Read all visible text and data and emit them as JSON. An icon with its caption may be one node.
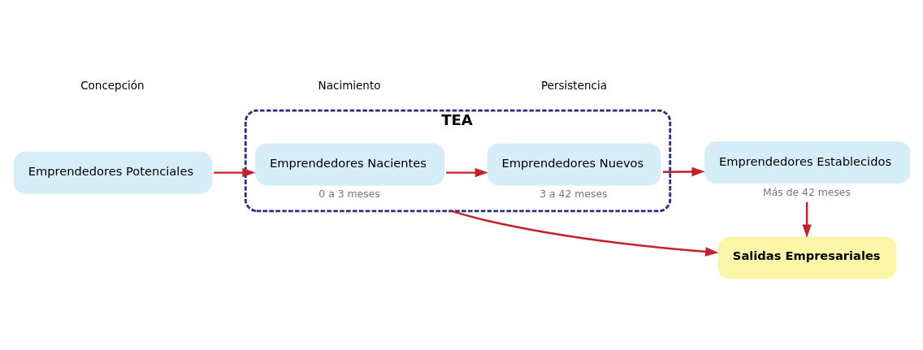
{
  "diagram": {
    "nodes": [
      {
        "text": [
          "TEA"
        ]
      },
      {
        "text": [
          "Emprendedores Potenciales"
        ]
      },
      {
        "text": [
          "Emprendedores Nacientes"
        ],
        "in": 0,
        "beside": [
          "0 a 3 meses"
        ]
      },
      {
        "text": [
          "Emprendedores Nuevos"
        ],
        "in": 0,
        "beside": [
          "3 a 42 meses"
        ]
      },
      {
        "text": [
          "Emprendedores Establecidos"
        ],
        "beside": [
          "Más de 42 meses"
        ]
      },
      {
        "text": [
          "Salidas Empresariales"
        ]
      }
    ],
    "edges": [
      {
        "from": 1,
        "to": 2,
        "arrow": "to"
      },
      {
        "from": 2,
        "to": 3,
        "arrow": "to"
      },
      {
        "from": 3,
        "to": 4,
        "arrow": "to"
      },
      {
        "from": 4,
        "to": 5,
        "arrow": "to"
      },
      {
        "from": 0,
        "to": 5,
        "arrow": "to"
      }
    ],
    "labels": [
      "Concepción",
      "Nacimiento",
      "Persistencia"
    ]
  }
}
